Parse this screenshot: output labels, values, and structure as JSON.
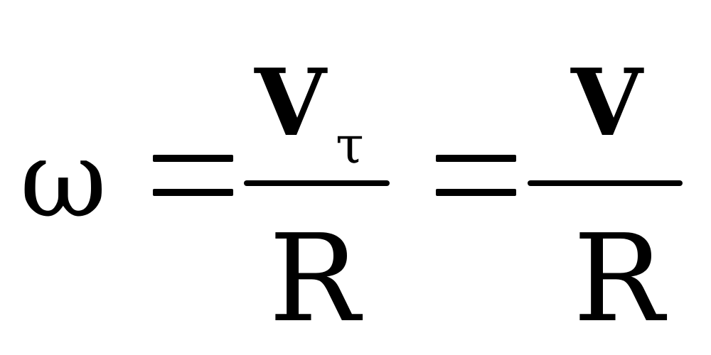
{
  "formula": {
    "lhs": "ω",
    "equals_1": "=",
    "fraction_1": {
      "numerator": "V",
      "numerator_subscript": "τ",
      "denominator": "R"
    },
    "equals_2": "=",
    "fraction_2": {
      "numerator": "V",
      "denominator": "R"
    }
  }
}
